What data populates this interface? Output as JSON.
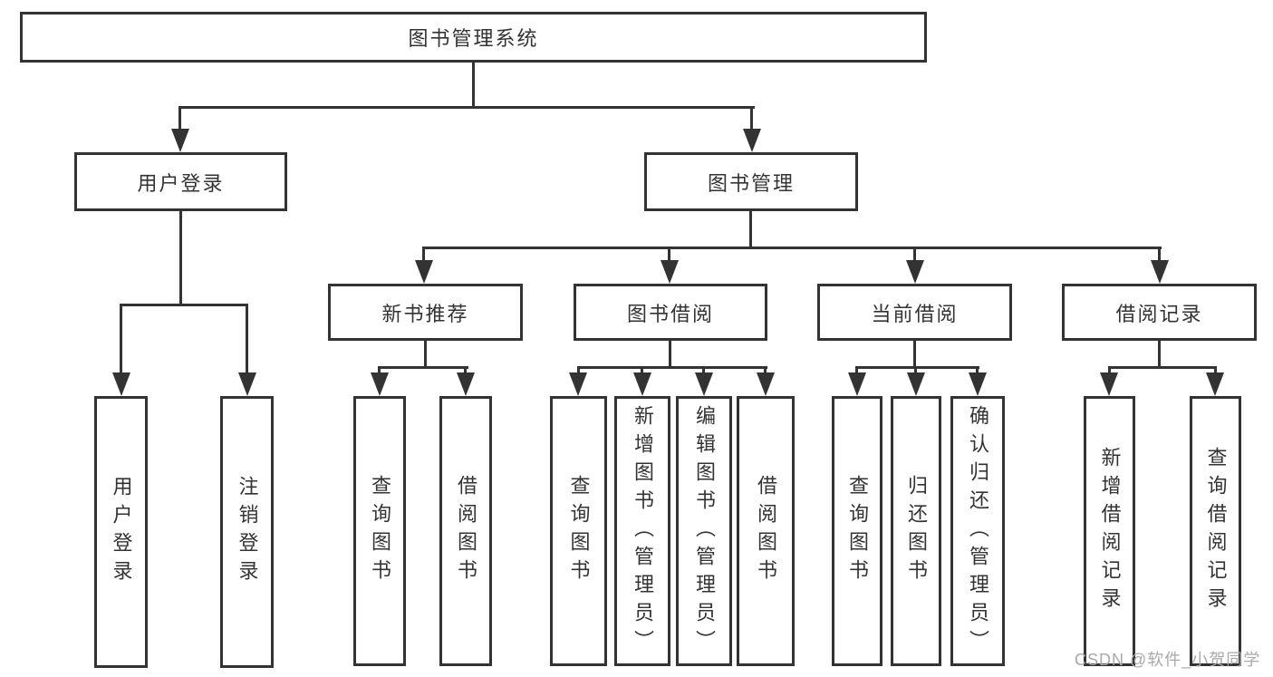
{
  "diagram": {
    "root": {
      "label": "图书管理系统"
    },
    "branches": {
      "user_login": {
        "label": "用户登录",
        "children": [
          {
            "label": "用户登录"
          },
          {
            "label": "注销登录"
          }
        ]
      },
      "book_mgmt": {
        "label": "图书管理",
        "children": [
          {
            "label": "新书推荐",
            "children": [
              {
                "label": "查询图书"
              },
              {
                "label": "借阅图书"
              }
            ]
          },
          {
            "label": "图书借阅",
            "children": [
              {
                "label": "查询图书"
              },
              {
                "label": "新增图书（管理员）"
              },
              {
                "label": "编辑图书（管理员）"
              },
              {
                "label": "借阅图书"
              }
            ]
          },
          {
            "label": "当前借阅",
            "children": [
              {
                "label": "查询图书"
              },
              {
                "label": "归还图书"
              },
              {
                "label": "确认归还（管理员）"
              }
            ]
          },
          {
            "label": "借阅记录",
            "children": [
              {
                "label": "新增借阅记录"
              },
              {
                "label": "查询借阅记录"
              }
            ]
          }
        ]
      }
    }
  },
  "watermark": {
    "text": "CSDN @软件_小贺同学"
  },
  "style": {
    "line_color": "#333333",
    "text_color": "#333333",
    "watermark_color": "#a9a9a9",
    "background": "#ffffff"
  }
}
